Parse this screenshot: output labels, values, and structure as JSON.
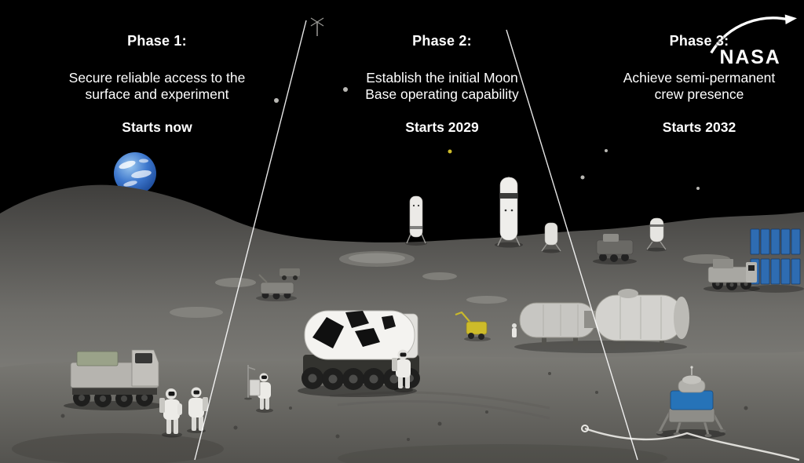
{
  "brand": {
    "logo_text": "NASA"
  },
  "phases": [
    {
      "title": "Phase 1:",
      "description": "Secure reliable access to the surface and experiment",
      "start": "Starts now"
    },
    {
      "title": "Phase 2:",
      "description": "Establish the initial Moon Base operating capability",
      "start": "Starts 2029"
    },
    {
      "title": "Phase 3:",
      "description": "Achieve semi-permanent crew presence",
      "start": "Starts 2032"
    }
  ],
  "colors": {
    "sky": "#000000",
    "text": "#ffffff",
    "divider_line": "#ffffff",
    "earth_blue": "#3d77cd",
    "surface_gray": "#8f8e89",
    "solar_panel_blue": "#2e6cb2",
    "lander_blue": "#2673b8",
    "robot_yellow": "#cdbb2a"
  }
}
